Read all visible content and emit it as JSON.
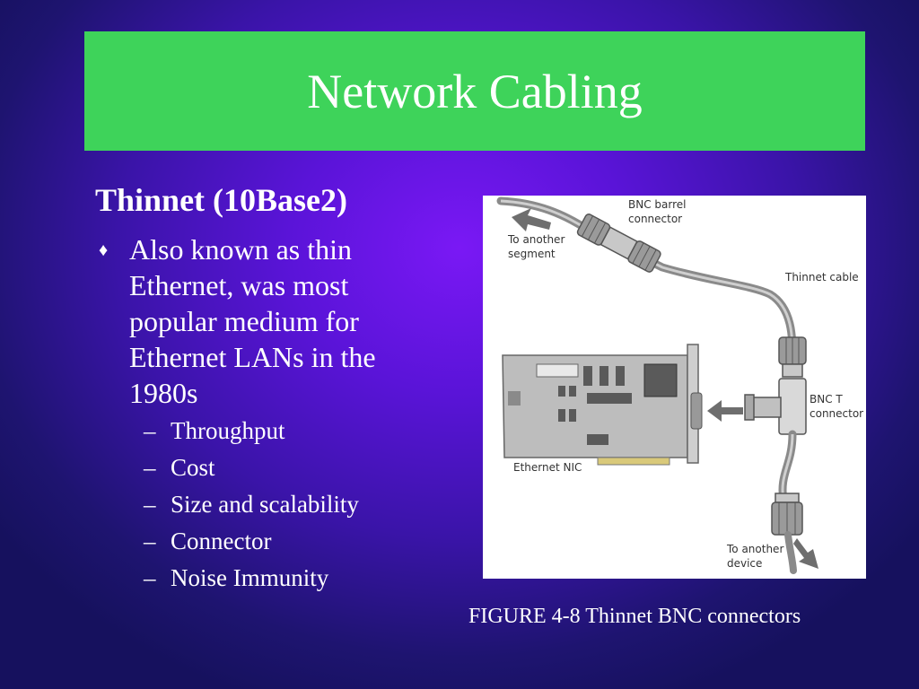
{
  "slide": {
    "title": "Network Cabling",
    "heading": "Thinnet (10Base2)",
    "bullet_text": "Also known as thin Ethernet, was most popular medium for Ethernet LANs in the 1980s",
    "bullet_icon": "diamond-bullet-icon",
    "sub_bullets": [
      "Throughput",
      "Cost",
      "Size and scalability",
      "Connector",
      "Noise Immunity"
    ],
    "caption": "FIGURE 4-8 Thinnet BNC connectors"
  },
  "figure": {
    "labels": {
      "barrel_1": "BNC barrel",
      "barrel_2": "connector",
      "segment_1": "To another",
      "segment_2": "segment",
      "cable": "Thinnet cable",
      "t_1": "BNC T",
      "t_2": "connector",
      "nic": "Ethernet NIC",
      "device_1": "To another",
      "device_2": "device"
    }
  },
  "colors": {
    "title_band": "#3ed35a",
    "background_center": "#7a18f5",
    "background_edge": "#16115e",
    "text": "#ffffff"
  }
}
